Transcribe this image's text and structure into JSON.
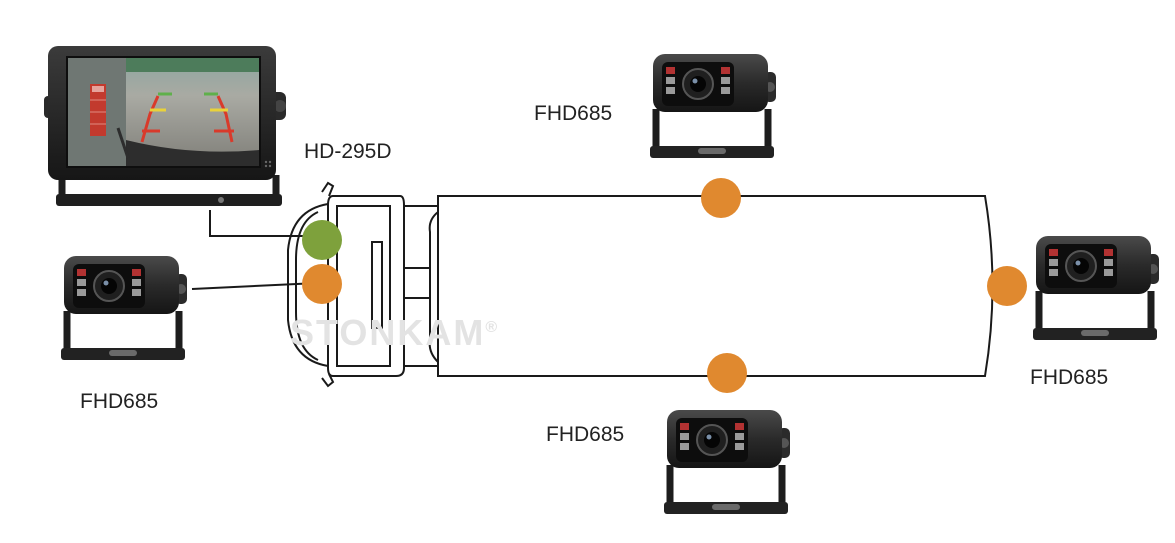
{
  "monitor": {
    "model": "HD-295D",
    "dot_color": "#7ea13c",
    "guide_colors": [
      "#d93a2b",
      "#e9d23a",
      "#5fb04b"
    ]
  },
  "cameras": [
    {
      "id": "front",
      "model": "FHD685"
    },
    {
      "id": "top",
      "model": "FHD685"
    },
    {
      "id": "rear",
      "model": "FHD685"
    },
    {
      "id": "bottom",
      "model": "FHD685"
    }
  ],
  "camera_dot_color": "#e0892f",
  "watermark": {
    "text": "STONKAM",
    "mark": "®"
  },
  "colors": {
    "line": "#1a1a1a",
    "device": "#2a2a2a",
    "device_dark": "#151515",
    "ir_led": "#b23232"
  }
}
